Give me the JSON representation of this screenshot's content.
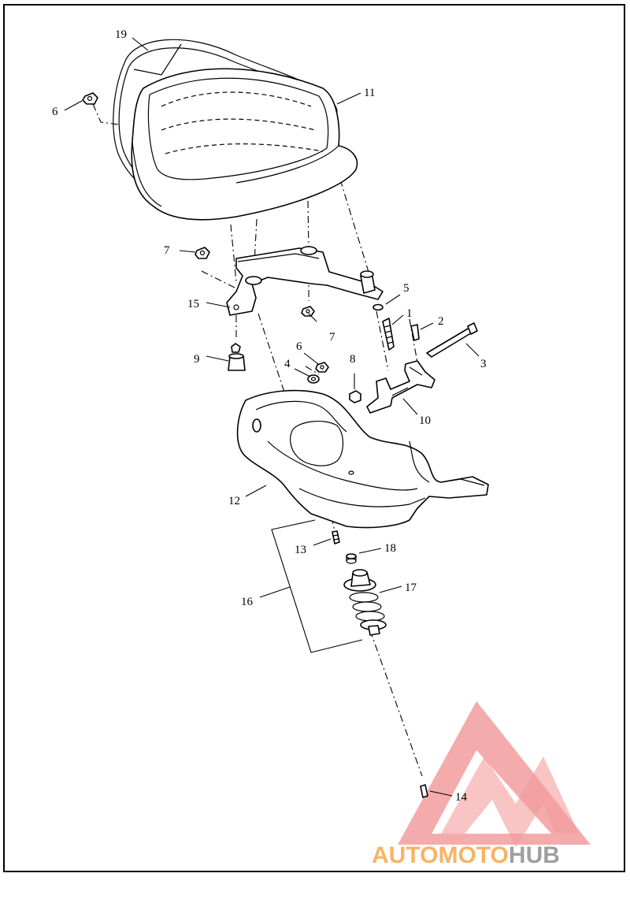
{
  "diagram": {
    "callouts": [
      {
        "id": "c1",
        "text": "1"
      },
      {
        "id": "c2",
        "text": "2"
      },
      {
        "id": "c3",
        "text": "3"
      },
      {
        "id": "c4",
        "text": "4"
      },
      {
        "id": "c5",
        "text": "5"
      },
      {
        "id": "c6a",
        "text": "6"
      },
      {
        "id": "c6b",
        "text": "6"
      },
      {
        "id": "c7a",
        "text": "7"
      },
      {
        "id": "c7b",
        "text": "7"
      },
      {
        "id": "c8",
        "text": "8"
      },
      {
        "id": "c9",
        "text": "9"
      },
      {
        "id": "c10",
        "text": "10"
      },
      {
        "id": "c11",
        "text": "11"
      },
      {
        "id": "c12",
        "text": "12"
      },
      {
        "id": "c13",
        "text": "13"
      },
      {
        "id": "c14",
        "text": "14"
      },
      {
        "id": "c15",
        "text": "15"
      },
      {
        "id": "c16",
        "text": "16"
      },
      {
        "id": "c17",
        "text": "17"
      },
      {
        "id": "c18",
        "text": "18"
      },
      {
        "id": "c19",
        "text": "19"
      }
    ]
  },
  "watermark": {
    "text_left": "AUTOMOTO",
    "text_right": "HUB",
    "color_left": "#f7a64b",
    "color_right": "#8f8f8f",
    "triangle_color": "#f08b8b"
  }
}
